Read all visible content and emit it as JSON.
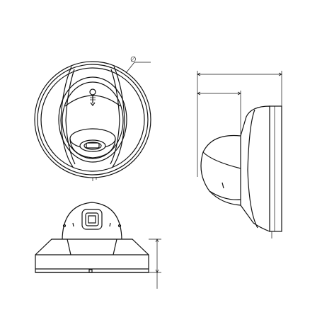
{
  "diagram": {
    "views": [
      "top-view",
      "side-view",
      "front-view"
    ],
    "dimension_symbol": "∅"
  }
}
